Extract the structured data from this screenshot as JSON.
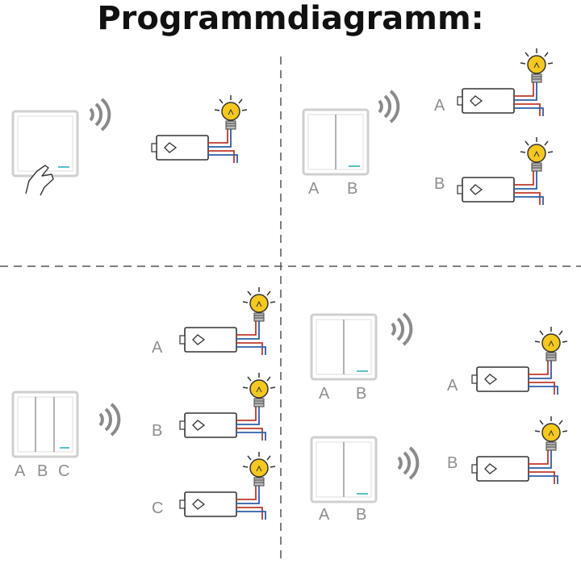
{
  "title": "Programmdiagramm:",
  "colors": {
    "divider": "#555555",
    "switch_border": "#cfcfcf",
    "wave": "#8a8a8a",
    "bulb": "#f5c81e",
    "wire_red": "#c0392b",
    "wire_blue": "#2d5ea8",
    "label": "#8e8e8e"
  },
  "quadrants": {
    "top_left": {
      "switch_type": "1-gang",
      "receivers": [
        {
          "label": ""
        }
      ]
    },
    "top_right": {
      "switch_type": "2-gang",
      "switch_labels": [
        "A",
        "B"
      ],
      "receivers": [
        {
          "label": "A"
        },
        {
          "label": "B"
        }
      ]
    },
    "bottom_left": {
      "switch_type": "3-gang",
      "switch_labels": [
        "A",
        "B",
        "C"
      ],
      "receivers": [
        {
          "label": "A"
        },
        {
          "label": "B"
        },
        {
          "label": "C"
        }
      ]
    },
    "bottom_right": {
      "switch_type": "2-gang x2",
      "switch_labels_1": [
        "A",
        "B"
      ],
      "switch_labels_2": [
        "A",
        "B"
      ],
      "receivers": [
        {
          "label": "A"
        },
        {
          "label": "B"
        }
      ]
    }
  }
}
